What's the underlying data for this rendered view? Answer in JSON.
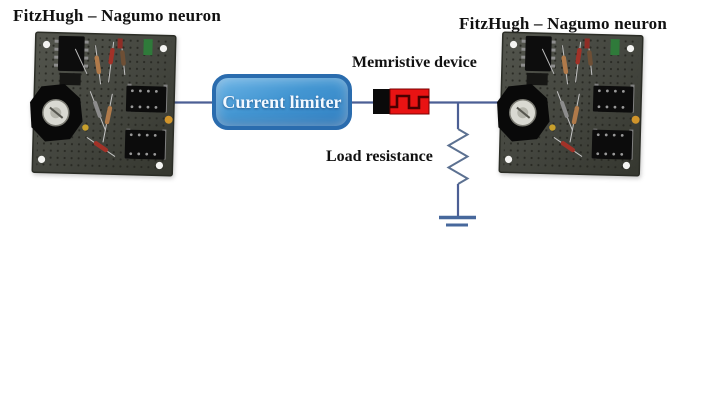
{
  "diagram": {
    "left_neuron_label": "FitzHugh – Nagumo neuron",
    "right_neuron_label": "FitzHugh – Nagumo neuron",
    "current_limiter_label": "Current limiter",
    "memristive_device_label": "Memristive device",
    "load_resistance_label": "Load resistance",
    "colors": {
      "background": "#ffffff",
      "wire": "#4c5f95",
      "limiter_fill": "#4396d2",
      "limiter_border": "#2a6cae",
      "limiter_text": "#f2f8ff",
      "memristor_body_red": "#e81313",
      "memristor_cap_black": "#0a0a0a",
      "memristor_wave": "#4a0000",
      "resistor": "#5c7191",
      "ground": "#47689c",
      "label_text": "#111111"
    }
  }
}
